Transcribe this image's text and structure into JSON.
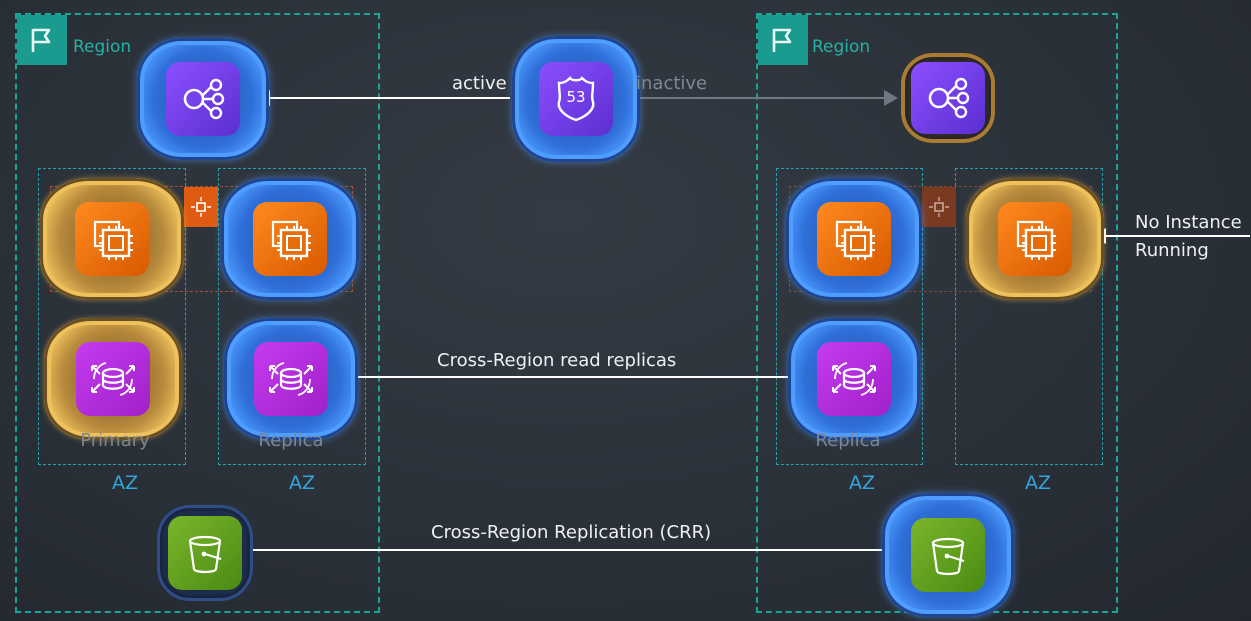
{
  "regions": [
    {
      "label": "Region"
    },
    {
      "label": "Region"
    }
  ],
  "az_labels": [
    "AZ",
    "AZ",
    "AZ",
    "AZ"
  ],
  "db_labels": {
    "primary": "Primary",
    "replica_left": "Replica",
    "replica_right": "Replica"
  },
  "route53": {
    "badge": "53",
    "active_label": "active",
    "inactive_label": "inactive"
  },
  "connections": {
    "read_replicas": "Cross-Region read replicas",
    "crr": "Cross-Region Replication (CRR)"
  },
  "callout": {
    "line1": "No Instance",
    "line2": "Running"
  },
  "colors": {
    "region_border": "#1aa596",
    "az_border": "#2aa0ae",
    "active_tile": "#4c9cff",
    "standby_tile": "#f0c45e",
    "elb_icon": "#7b46f0",
    "ec2_icon": "#f07a10",
    "rds_icon": "#b22fe0",
    "s3_icon": "#6aa521"
  },
  "icons": [
    "flag-icon",
    "load-balancer-icon",
    "route53-icon",
    "ec2-chip-icon",
    "rds-database-icon",
    "s3-bucket-icon",
    "placement-group-icon"
  ]
}
